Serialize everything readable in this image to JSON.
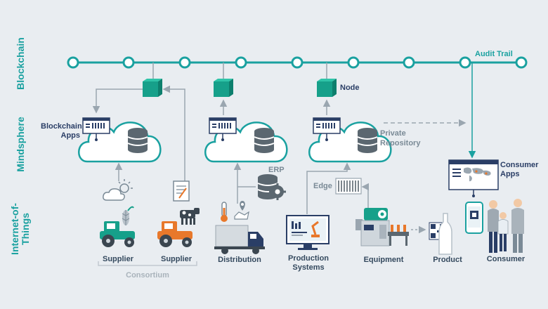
{
  "layers": {
    "blockchain": "Blockchain",
    "mindsphere": "Mindsphere",
    "iot_line1": "Internet-of-",
    "iot_line2": "Things"
  },
  "labels": {
    "audit_trail": "Audit Trail",
    "node": "Node",
    "blockchain_apps_1": "Blockchain",
    "blockchain_apps_2": "Apps",
    "private_repo_1": "Private",
    "private_repo_2": "Repository",
    "erp": "ERP",
    "edge": "Edge",
    "consumer_apps_1": "Consumer",
    "consumer_apps_2": "Apps",
    "supplier_a": "Supplier",
    "supplier_b": "Supplier",
    "consortium": "Consortium",
    "distribution": "Distribution",
    "production_1": "Production",
    "production_2": "Systems",
    "equipment": "Equipment",
    "product": "Product",
    "consumer": "Consumer"
  },
  "colors": {
    "teal": "#1aa1a0",
    "block_green": "#16a08a",
    "navy": "#2a3e66",
    "orange": "#e8782b",
    "grey": "#a9b3bb"
  },
  "icons": [
    "cube-icon",
    "cloud-icon",
    "database-icon",
    "weather-icon",
    "document-icon",
    "tractor-icon",
    "cow-icon",
    "thermometer-icon",
    "map-pin-icon",
    "truck-icon",
    "server-gear-icon",
    "monitor-icon",
    "robot-arm-icon",
    "machine-icon",
    "qr-code-icon",
    "bottle-icon",
    "phone-icon",
    "people-icon",
    "world-map-icon"
  ]
}
